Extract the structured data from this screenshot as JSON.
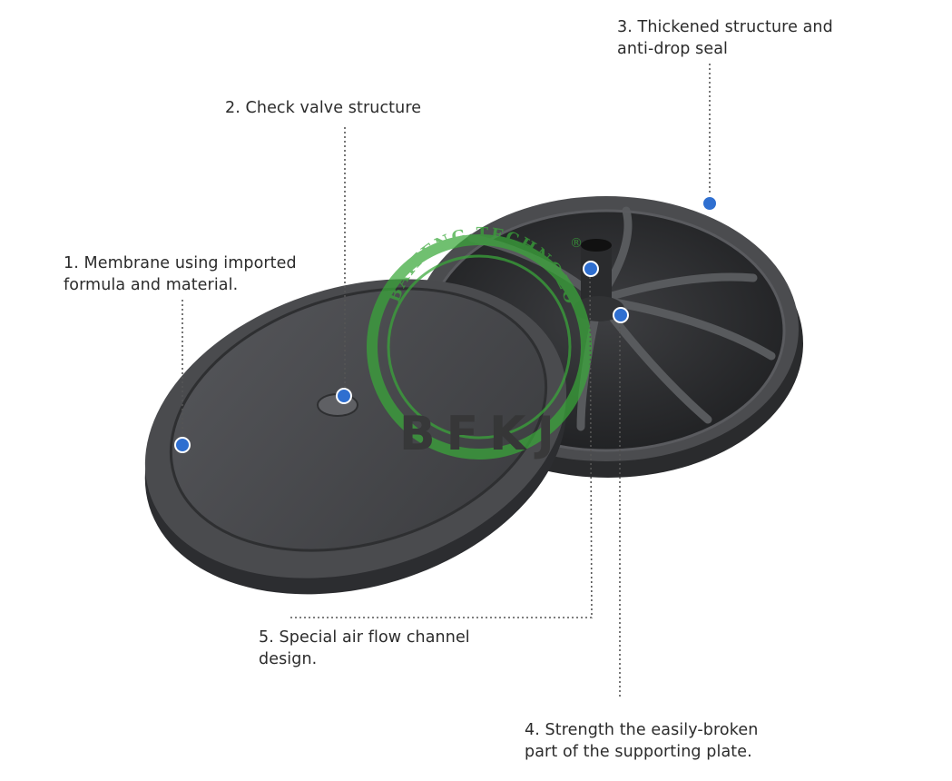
{
  "callouts": [
    {
      "id": "1",
      "lines": [
        "1. Membrane using imported",
        "formula and material."
      ]
    },
    {
      "id": "2",
      "lines": [
        "2. Check valve structure"
      ]
    },
    {
      "id": "3",
      "lines": [
        "3. Thickened structure and",
        "anti-drop seal"
      ]
    },
    {
      "id": "4",
      "lines": [
        "4. Strength the easily-broken",
        "part of the supporting plate."
      ]
    },
    {
      "id": "5",
      "lines": [
        "5. Special air flow channel",
        "design."
      ]
    }
  ],
  "watermark": {
    "arc_text": "BAIFENG TECHNOLOGY",
    "registered": "®",
    "big_text": "BFKJ"
  },
  "colors": {
    "marker": "#2f6fd0",
    "leader": "#555555",
    "disc_dark": "#3a3b3d",
    "disc_mid": "#4a4b4e",
    "watermark_green": "#3aa83a"
  }
}
